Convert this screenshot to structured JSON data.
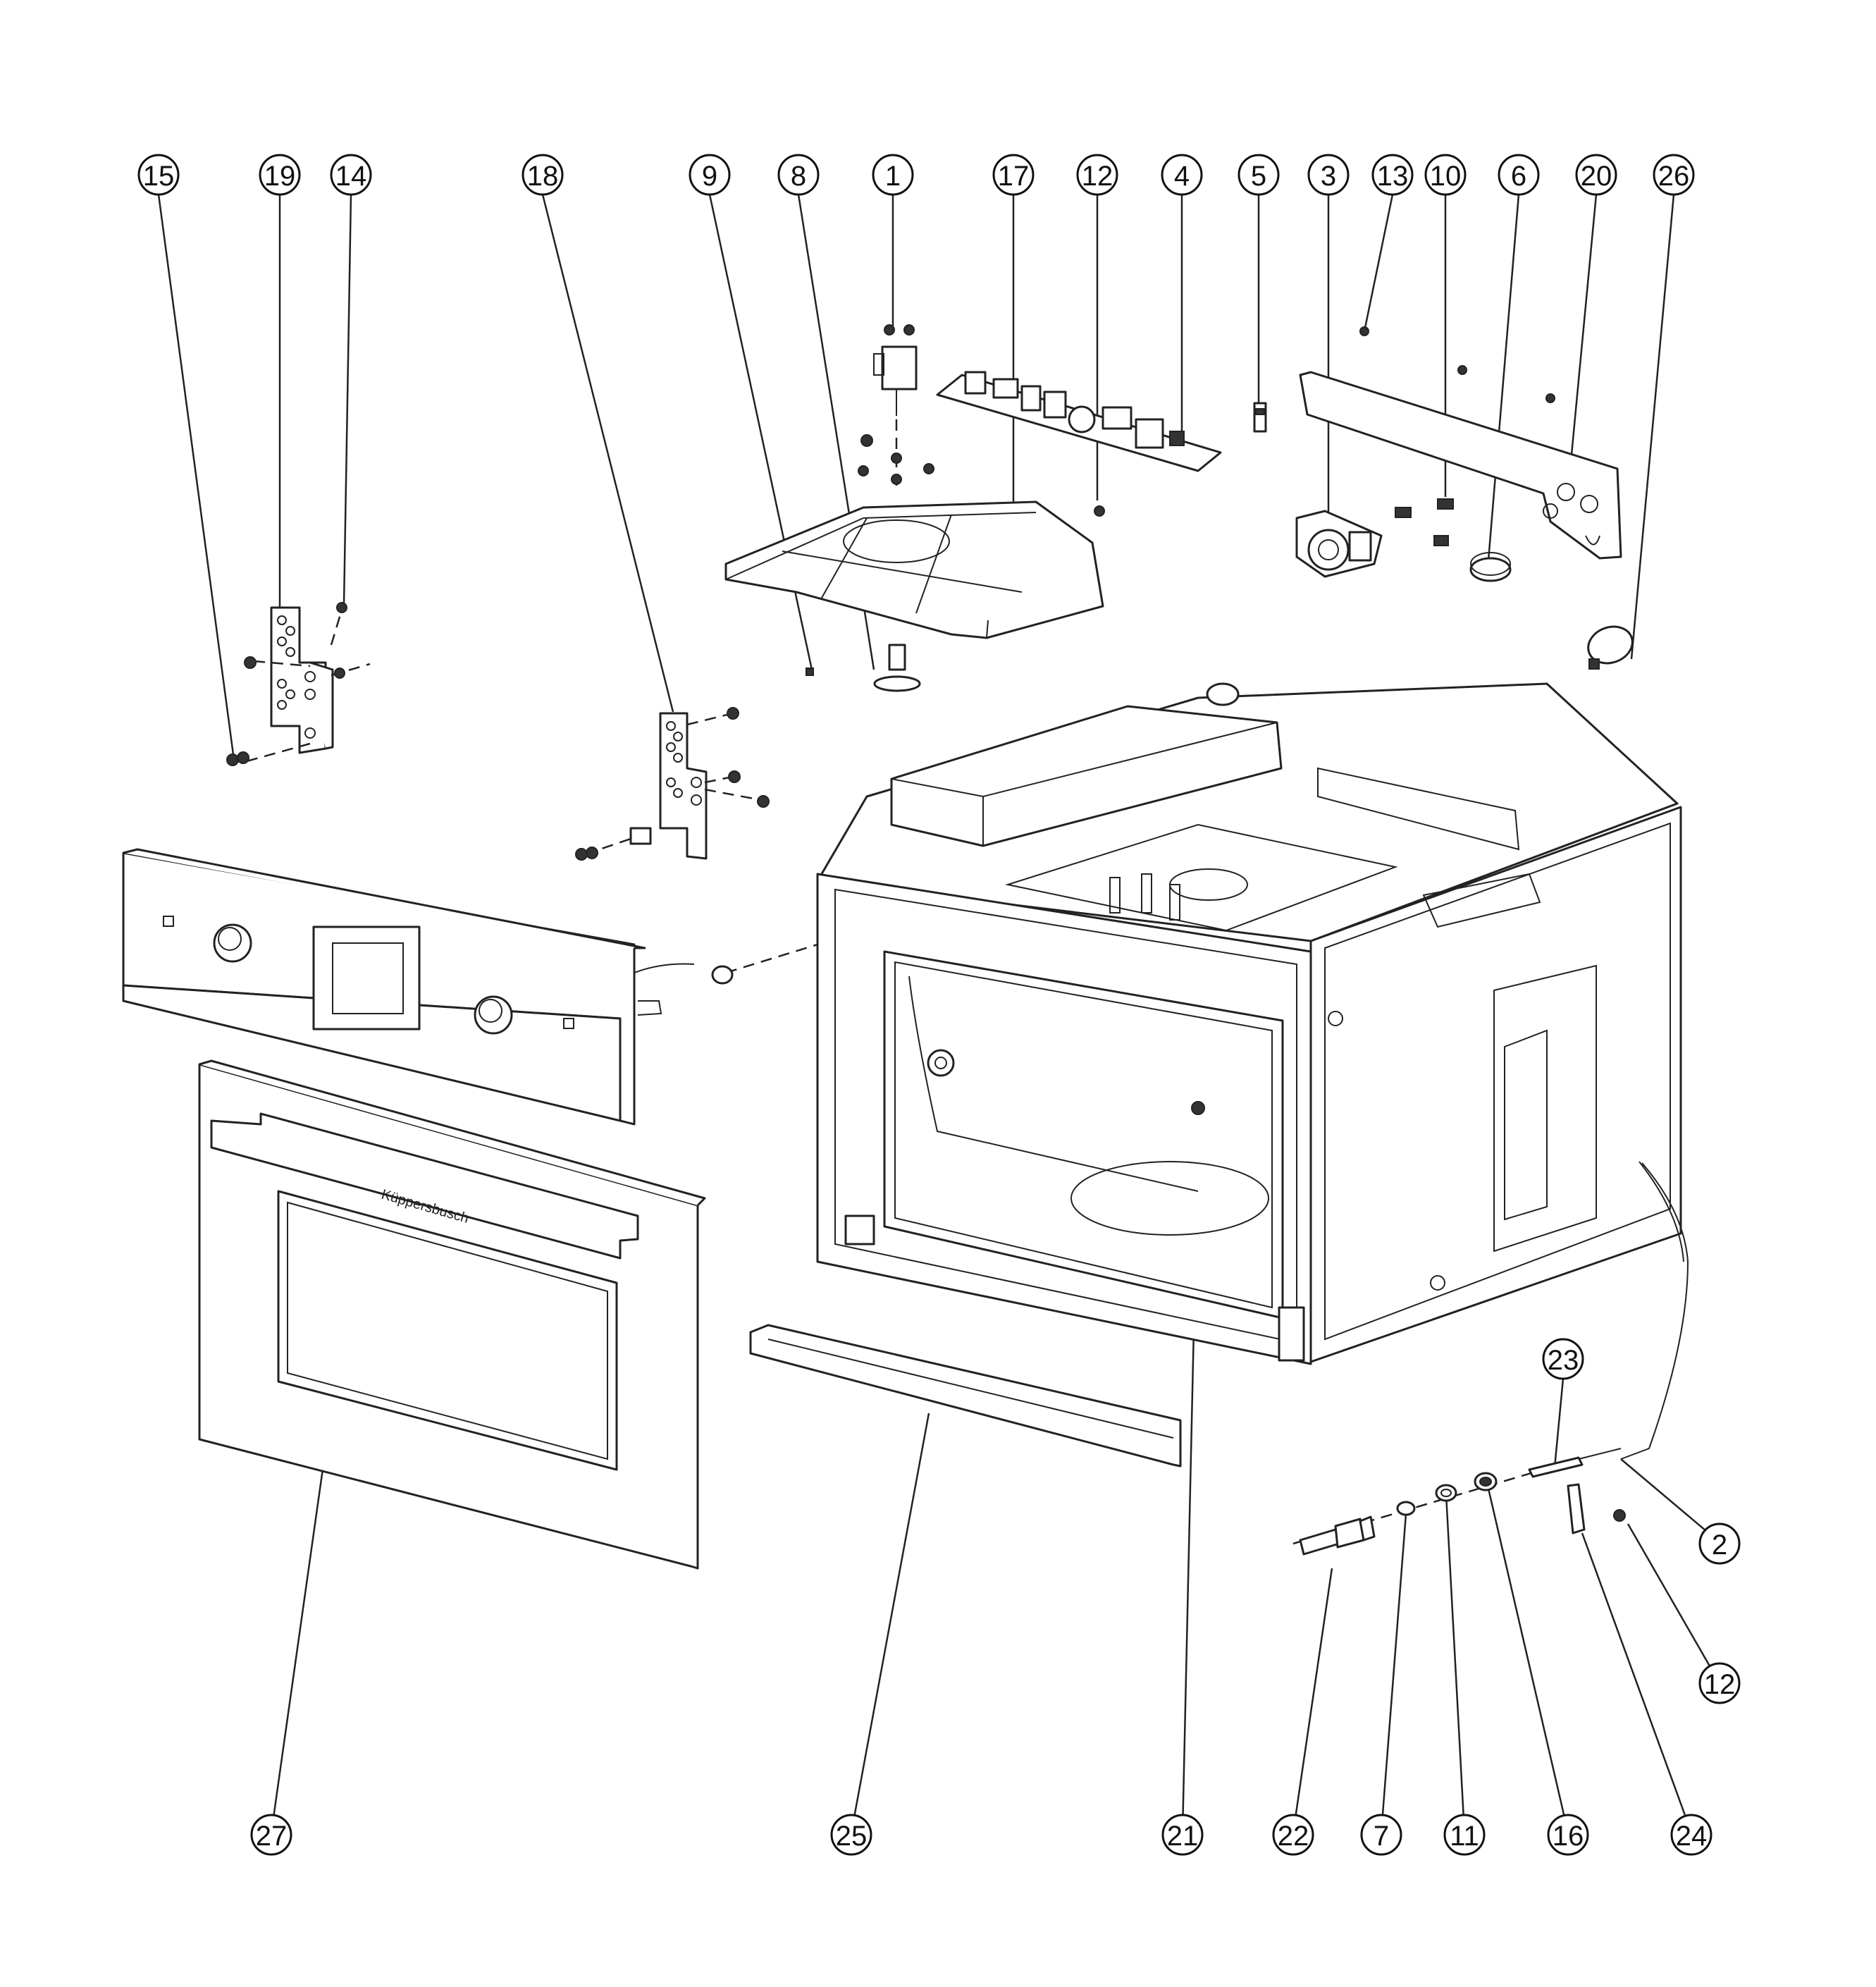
{
  "diagram": {
    "brand_text": "Küppersbusch",
    "callouts": [
      {
        "id": "c15",
        "label": "15"
      },
      {
        "id": "c19",
        "label": "19"
      },
      {
        "id": "c14",
        "label": "14"
      },
      {
        "id": "c18",
        "label": "18"
      },
      {
        "id": "c9",
        "label": "9"
      },
      {
        "id": "c8",
        "label": "8"
      },
      {
        "id": "c1",
        "label": "1"
      },
      {
        "id": "c17",
        "label": "17"
      },
      {
        "id": "c12a",
        "label": "12"
      },
      {
        "id": "c4",
        "label": "4"
      },
      {
        "id": "c5",
        "label": "5"
      },
      {
        "id": "c3",
        "label": "3"
      },
      {
        "id": "c13",
        "label": "13"
      },
      {
        "id": "c10",
        "label": "10"
      },
      {
        "id": "c6",
        "label": "6"
      },
      {
        "id": "c20",
        "label": "20"
      },
      {
        "id": "c26",
        "label": "26"
      },
      {
        "id": "c23",
        "label": "23"
      },
      {
        "id": "c2",
        "label": "2"
      },
      {
        "id": "c12b",
        "label": "12"
      },
      {
        "id": "c27",
        "label": "27"
      },
      {
        "id": "c25",
        "label": "25"
      },
      {
        "id": "c21",
        "label": "21"
      },
      {
        "id": "c22",
        "label": "22"
      },
      {
        "id": "c7",
        "label": "7"
      },
      {
        "id": "c11",
        "label": "11"
      },
      {
        "id": "c16",
        "label": "16"
      },
      {
        "id": "c24",
        "label": "24"
      }
    ]
  }
}
